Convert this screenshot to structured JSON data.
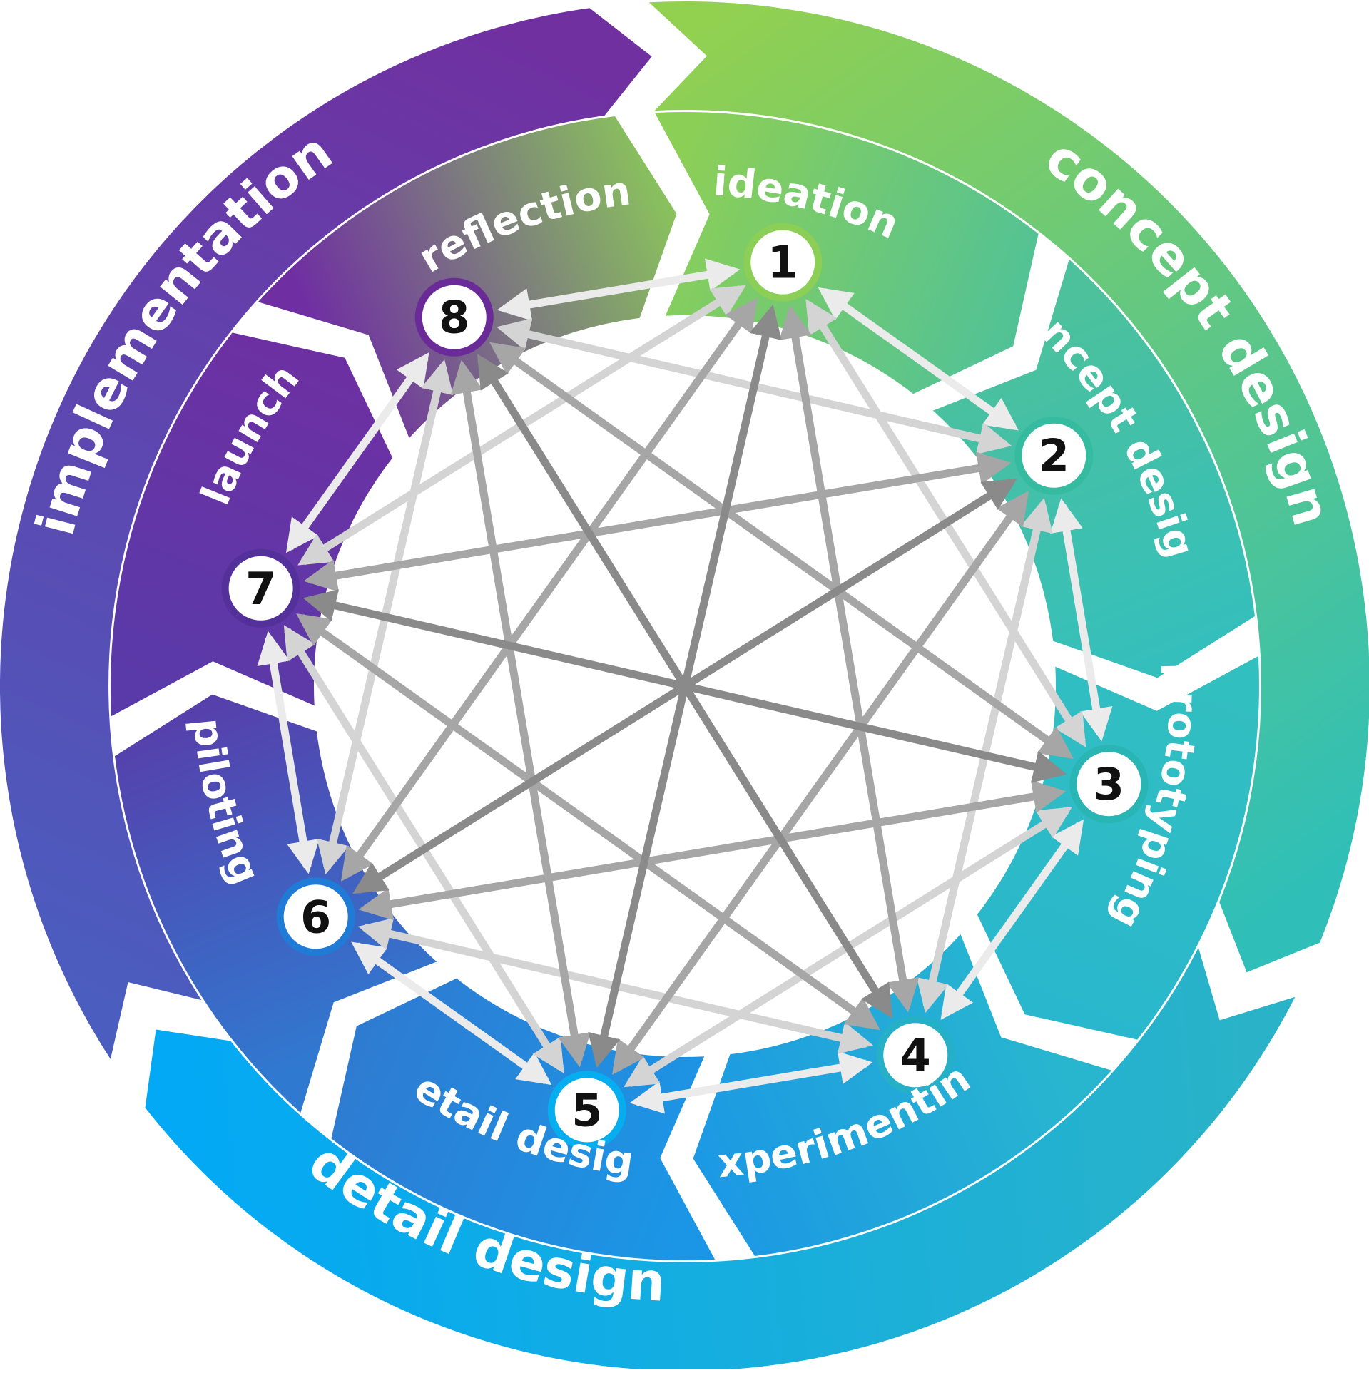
{
  "outer_ring": [
    {
      "label": "concept design",
      "color_start": "#92d050",
      "color_end": "#2fbfb8"
    },
    {
      "label": "detail design",
      "color_start": "#2ab3c8",
      "color_end": "#03a9f4"
    },
    {
      "label": "implementation",
      "color_start": "#4b5dbf",
      "color_end": "#7030a0"
    }
  ],
  "stages": [
    {
      "number": "1",
      "label": "ideation",
      "color": "#8ccf57",
      "ring": "#8ccf57"
    },
    {
      "number": "2",
      "label": "concept design",
      "color": "#4cc19c",
      "ring": "#35bca0"
    },
    {
      "number": "3",
      "label": "prototyping",
      "color": "#32bfc0",
      "ring": "#2ab5b5"
    },
    {
      "number": "4",
      "label": "experimenting",
      "color": "#28b6cf",
      "ring": "#25b0c8"
    },
    {
      "number": "5",
      "label": "detail design",
      "color": "#1b96e6",
      "ring": "#07aeef"
    },
    {
      "number": "6",
      "label": "piloting",
      "color": "#3079d0",
      "ring": "#1f7bd6"
    },
    {
      "number": "7",
      "label": "launch",
      "color": "#5a3aa8",
      "ring": "#53309a"
    },
    {
      "number": "8",
      "label": "reflection",
      "color": "#6f2fa2",
      "ring": "#6a2b98"
    }
  ],
  "center_colors": {
    "arrow_dark": "#8a8a8a",
    "arrow_mid": "#a6a6a6",
    "arrow_light": "#d4d4d4",
    "arrow_lighter": "#ebebeb"
  }
}
